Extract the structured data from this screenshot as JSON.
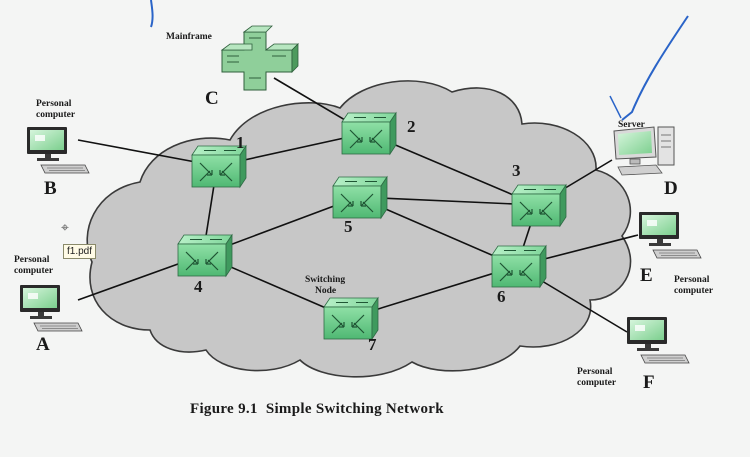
{
  "figure_caption": "Figure 9.1  Simple Switching Network",
  "nodes": [
    {
      "id": "1",
      "label": "1"
    },
    {
      "id": "2",
      "label": "2"
    },
    {
      "id": "3",
      "label": "3"
    },
    {
      "id": "4",
      "label": "4"
    },
    {
      "id": "5",
      "label": "5"
    },
    {
      "id": "6",
      "label": "6"
    },
    {
      "id": "7",
      "label": "7"
    }
  ],
  "switching_node_label": [
    "Switching",
    "Node"
  ],
  "end_stations": [
    {
      "id": "A",
      "letter": "A",
      "type_label": [
        "Personal",
        "computer"
      ]
    },
    {
      "id": "B",
      "letter": "B",
      "type_label": [
        "Personal",
        "computer"
      ]
    },
    {
      "id": "C",
      "letter": "C",
      "type_label": [
        "Mainframe"
      ]
    },
    {
      "id": "D",
      "letter": "D",
      "type_label": [
        "Server"
      ]
    },
    {
      "id": "E",
      "letter": "E",
      "type_label": [
        "Personal",
        "computer"
      ]
    },
    {
      "id": "F",
      "letter": "F",
      "type_label": [
        "Personal",
        "computer"
      ]
    }
  ],
  "links": [
    [
      "1",
      "2"
    ],
    [
      "1",
      "4"
    ],
    [
      "2",
      "3"
    ],
    [
      "4",
      "5"
    ],
    [
      "5",
      "3"
    ],
    [
      "5",
      "6"
    ],
    [
      "3",
      "6"
    ],
    [
      "4",
      "7"
    ],
    [
      "7",
      "6"
    ],
    [
      "B",
      "1"
    ],
    [
      "C",
      "2"
    ],
    [
      "D",
      "3"
    ],
    [
      "A",
      "4"
    ],
    [
      "E",
      "6"
    ],
    [
      "F",
      "6"
    ]
  ],
  "tooltip_text": "f1.pdf",
  "colors": {
    "cloud_fill": "#c7c7c7",
    "switch_green": "#6fcf8c",
    "link": "#111111"
  }
}
